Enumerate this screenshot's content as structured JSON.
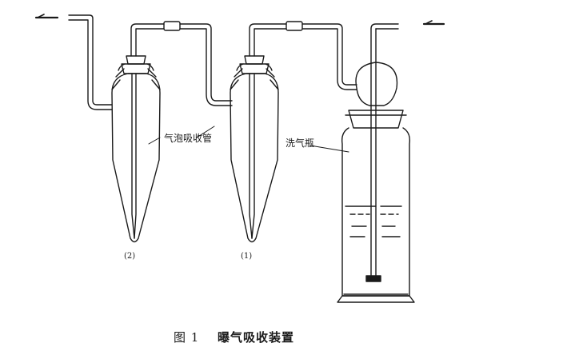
{
  "figure": {
    "caption_number": "图 1",
    "caption_title": "曝气吸收装置"
  },
  "labels": {
    "bubble_tube": "气泡吸收管",
    "gas_wash_bottle": "洗气瓶",
    "tube_2_number": "(2)",
    "tube_1_number": "(1)"
  },
  "colors": {
    "ink": "#1a1a1a",
    "paper": "#ffffff"
  }
}
